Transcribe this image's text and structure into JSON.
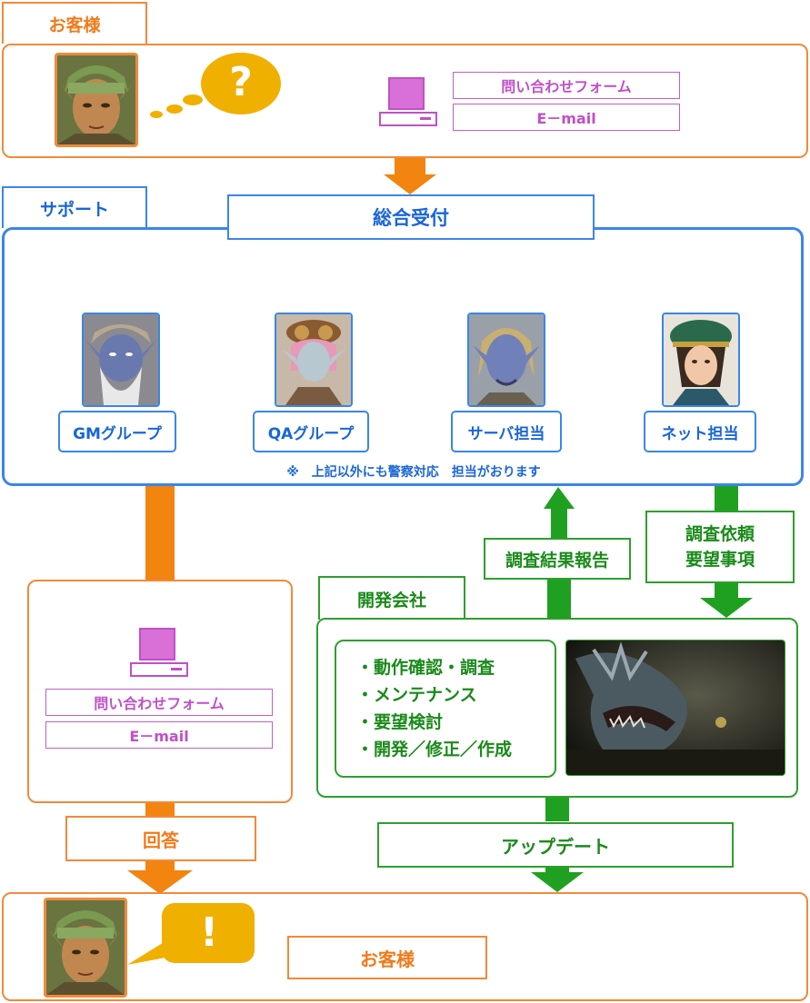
{
  "customer_top": {
    "tab_label": "お客様",
    "bubble_symbol": "?",
    "contact": {
      "form_label": "問い合わせフォーム",
      "email_label": "E－mail"
    }
  },
  "support": {
    "tab_label": "サポート",
    "reception_label": "総合受付",
    "groups": [
      {
        "label": "GMグループ"
      },
      {
        "label": "QAグループ"
      },
      {
        "label": "サーバ担当"
      },
      {
        "label": "ネット担当"
      }
    ],
    "note": "※　上記以外にも警察対応　担当がおります"
  },
  "reply_panel": {
    "contact": {
      "form_label": "問い合わせフォーム",
      "email_label": "E－mail"
    },
    "answer_label": "回答"
  },
  "flow_labels": {
    "result_report": "調査結果報告",
    "request_line1": "調査依頼",
    "request_line2": "要望事項",
    "update": "アップデート"
  },
  "developer": {
    "tab_label": "開発会社",
    "tasks": [
      "・動作確認・調査",
      "・メンテナンス",
      "・要望検討",
      "・開発／修正／作成"
    ]
  },
  "customer_bottom": {
    "label": "お客様",
    "bubble_symbol": "!"
  },
  "colors": {
    "orange": "#f28410",
    "blue": "#3a86e8",
    "green": "#20a020",
    "pink": "#c050c8",
    "bubble": "#f0b000"
  }
}
